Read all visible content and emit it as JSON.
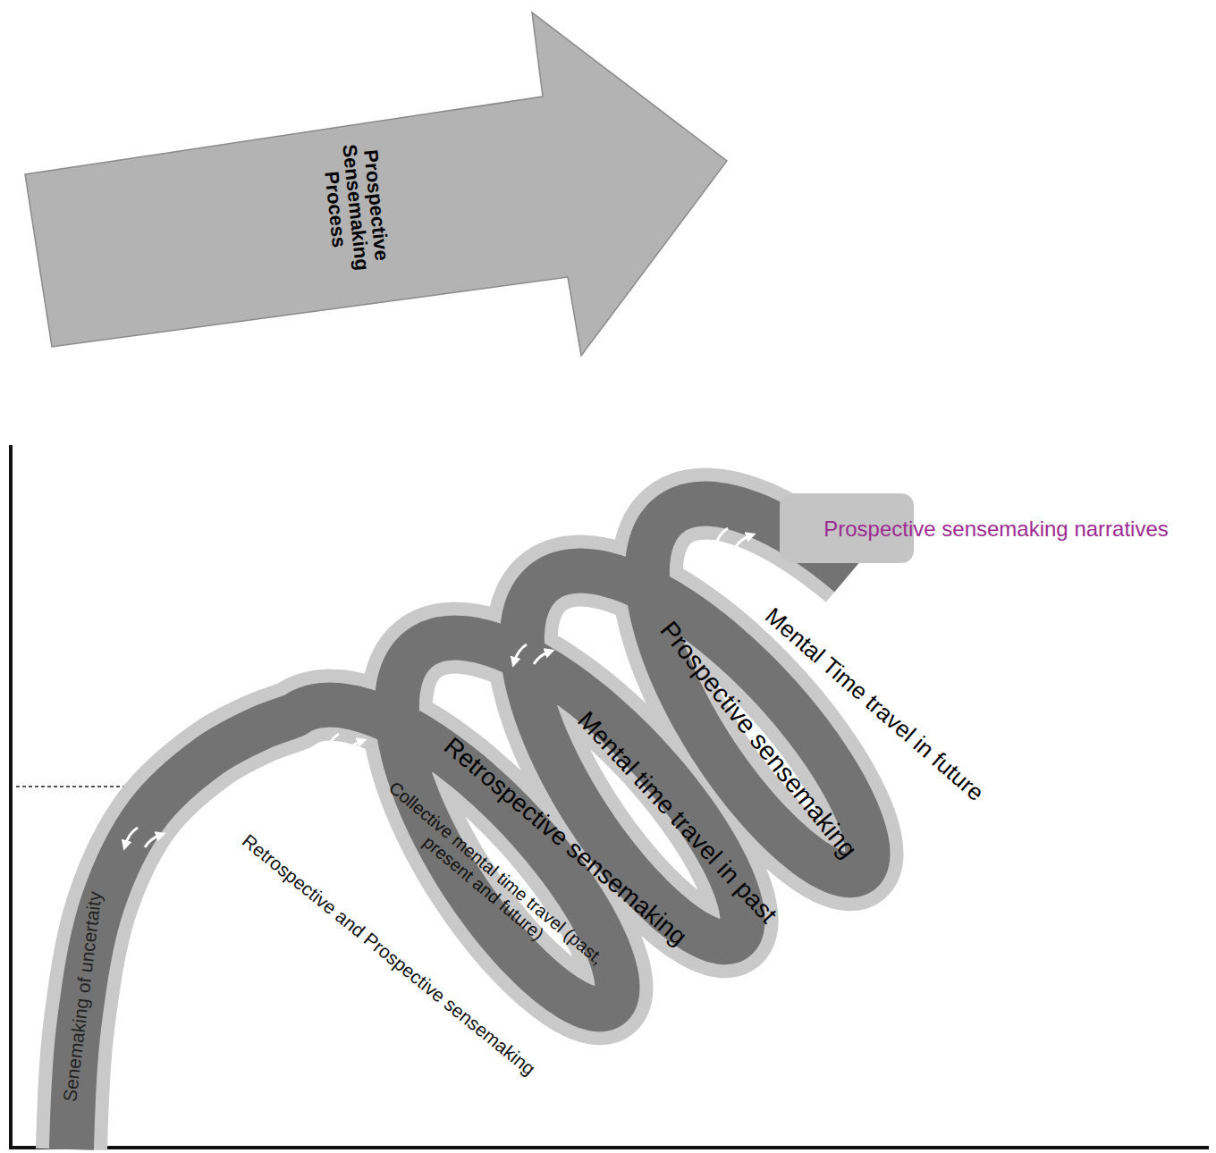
{
  "diagram": {
    "nodes": [
      {
        "text": [
          "Prospective Sensemaking Process"
        ]
      }
    ],
    "labels": [
      "Senemaking of uncertaity",
      "Retrospective and Prospective sensemaking",
      "Collective mental time travel (past, present and future)",
      "Retrospective sensemaking",
      "Mental time travel in past",
      "Prospective sensemaking",
      "Mental Time travel in future",
      "Prospective sensemaking narratives"
    ]
  }
}
